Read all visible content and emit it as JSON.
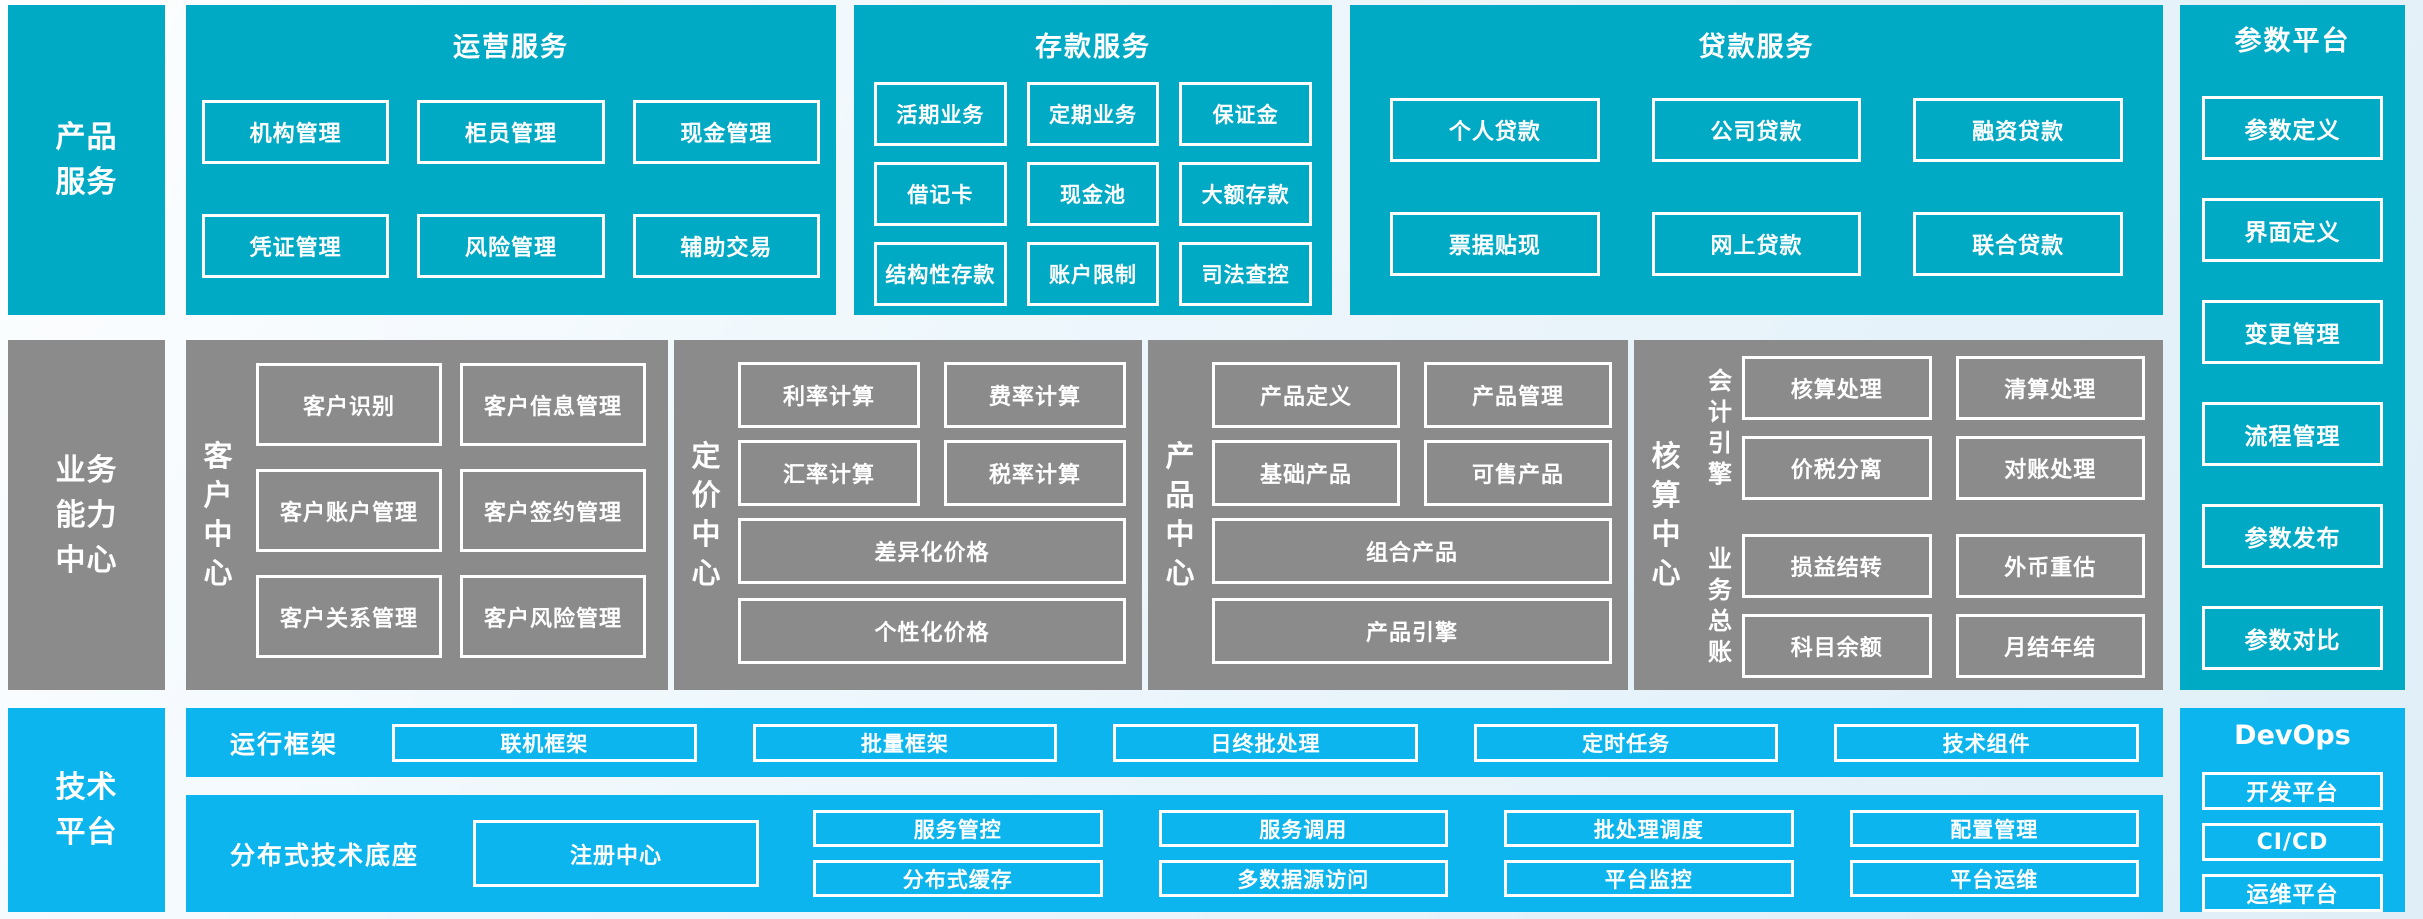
{
  "palette": {
    "teal": "#00A9C4",
    "gray": "#8B8B8B",
    "blue": "#0CB5EE",
    "background": "#E8F4FA",
    "box_border": "#FFFFFF"
  },
  "sidebars": {
    "product": "产品服务",
    "capability": "业务能力中心",
    "tech": "技术平台"
  },
  "operations": {
    "title": "运营服务",
    "items": [
      "机构管理",
      "柜员管理",
      "现金管理",
      "凭证管理",
      "风险管理",
      "辅助交易"
    ]
  },
  "deposit": {
    "title": "存款服务",
    "items": [
      "活期业务",
      "定期业务",
      "保证金",
      "借记卡",
      "现金池",
      "大额存款",
      "结构性存款",
      "账户限制",
      "司法查控"
    ]
  },
  "loan": {
    "title": "贷款服务",
    "items": [
      "个人贷款",
      "公司贷款",
      "融资贷款",
      "票据贴现",
      "网上贷款",
      "联合贷款"
    ]
  },
  "parameter": {
    "title": "参数平台",
    "items": [
      "参数定义",
      "界面定义",
      "变更管理",
      "流程管理",
      "参数发布",
      "参数对比"
    ]
  },
  "customer": {
    "label": "客户中心",
    "items": [
      "客户识别",
      "客户信息管理",
      "客户账户管理",
      "客户签约管理",
      "客户关系管理",
      "客户风险管理"
    ]
  },
  "pricing": {
    "label": "定价中心",
    "small": [
      "利率计算",
      "费率计算",
      "汇率计算",
      "税率计算"
    ],
    "wide": [
      "差异化价格",
      "个性化价格"
    ]
  },
  "product_center": {
    "label": "产品中心",
    "small": [
      "产品定义",
      "产品管理",
      "基础产品",
      "可售产品"
    ],
    "wide": [
      "组合产品",
      "产品引擎"
    ]
  },
  "accounting": {
    "label": "核算中心",
    "groups": [
      {
        "label": "会计引擎",
        "items": [
          "核算处理",
          "清算处理",
          "价税分离",
          "对账处理"
        ]
      },
      {
        "label": "业务总账",
        "items": [
          "损益结转",
          "外币重估",
          "科目余额",
          "月结年结"
        ]
      }
    ]
  },
  "runtime": {
    "label": "运行框架",
    "items": [
      "联机框架",
      "批量框架",
      "日终批处理",
      "定时任务",
      "技术组件"
    ]
  },
  "distributed": {
    "label": "分布式技术底座",
    "registry": "注册中心",
    "row1": [
      "服务管控",
      "服务调用",
      "批处理调度",
      "配置管理"
    ],
    "row2": [
      "分布式缓存",
      "多数据源访问",
      "平台监控",
      "平台运维"
    ]
  },
  "devops": {
    "title": "DevOps",
    "items": [
      "开发平台",
      "CI/CD",
      "运维平台"
    ]
  }
}
